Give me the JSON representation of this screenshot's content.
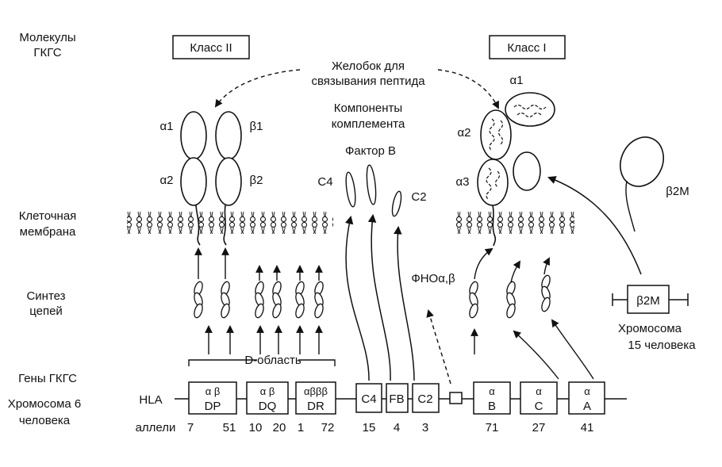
{
  "row_labels": {
    "molecules": [
      "Молекулы",
      "ГКГС"
    ],
    "membrane": [
      "Клеточная",
      "мембрана"
    ],
    "synthesis": [
      "Синтез",
      "цепей"
    ],
    "genes": "Гены ГКГС",
    "chromosome": [
      "Хромосома 6",
      "человека"
    ]
  },
  "class2": "Класс  II",
  "class1": "Класс  I",
  "groove": [
    "Желобок для",
    "связывания пептида"
  ],
  "complement": [
    "Компоненты",
    "комплемента"
  ],
  "factor_b": "Фактор B",
  "c4": "C4",
  "c2": "C2",
  "alpha1": "α1",
  "alpha2": "α2",
  "beta1": "β1",
  "beta2": "β2",
  "c1_alpha1": "α1",
  "c1_alpha2": "α2",
  "c1_alpha3": "α3",
  "b2m": "β2M",
  "tnf": "ФНОα,β",
  "d_region": "D-область",
  "hla": "HLA",
  "alleles_label": "аллели",
  "chr15_box": "β2M",
  "chr15": [
    "Хромосома",
    "15 человека"
  ],
  "genes": [
    {
      "id": "dp",
      "top": "α  β",
      "bottom": "DP",
      "alleles_a": "7",
      "alleles_b": "51"
    },
    {
      "id": "dq",
      "top": "α  β",
      "bottom": "DQ",
      "alleles_a": "10",
      "alleles_b": "20"
    },
    {
      "id": "dr",
      "top": "αβββ",
      "bottom": "DR",
      "alleles_a": "1",
      "alleles_b": "72"
    },
    {
      "id": "c4",
      "label": "C4",
      "alleles": "15"
    },
    {
      "id": "fb",
      "label": "FB",
      "alleles": "4"
    },
    {
      "id": "c2",
      "label": "C2",
      "alleles": "3"
    },
    {
      "id": "b",
      "top": "α",
      "bottom": "B",
      "alleles": "71"
    },
    {
      "id": "c",
      "top": "α",
      "bottom": "C",
      "alleles": "27"
    },
    {
      "id": "a",
      "top": "α",
      "bottom": "A",
      "alleles": "41"
    }
  ]
}
